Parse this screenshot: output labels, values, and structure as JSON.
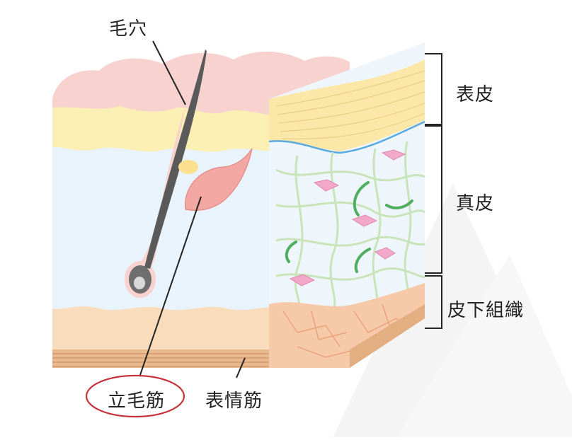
{
  "labels": {
    "pore": "毛穴",
    "epidermis": "表皮",
    "dermis": "真皮",
    "subcutaneous": "皮下組織",
    "arrector_pili": "立毛筋",
    "mimetic_muscle": "表情筋"
  },
  "colors": {
    "epidermis_top": "#f7d2cf",
    "epidermis_yellow": "#fbefb4",
    "dermis": "#e9f3fb",
    "subcutaneous": "#f8dcbc",
    "muscle_band": "#e9b98f",
    "collagen": "#c8e4b8",
    "elastin": "#4fae5f",
    "fibroblast": "#f2a9c9",
    "arrector_muscle": "#f2a7a2",
    "hair": "#5a5a5a",
    "highlight_circle": "#c8323c",
    "bracket": "#222222"
  }
}
